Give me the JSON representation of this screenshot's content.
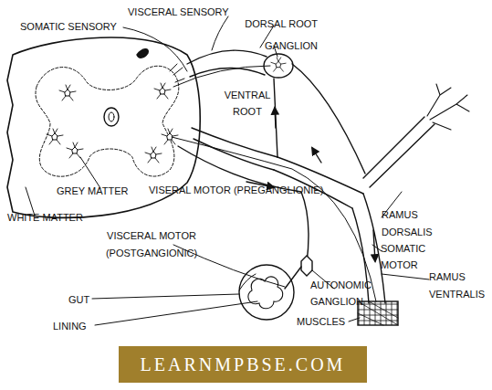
{
  "diagram": {
    "nodes": [
      {
        "text": [
          "LEARNMPBSE.COM"
        ]
      }
    ],
    "labels": [
      "VISCERAL SENSORY",
      "SOMATIC SENSORY",
      "DORSAL ROOT GANGLION",
      "VENTRAL ROOT",
      "RAMUS DORSALIS",
      "SOMATIC MOTOR",
      "RAMUS VENTRALIS",
      "GREY MATTER",
      "VISERAL MOTOR (PREGANGLIONIE)",
      "WHITE MATTER",
      "VISCERAL MOTOR (POSTGANGIONIC)",
      "GUT",
      "AUTONOMIC GANGLION",
      "LINING",
      "MUSCLES"
    ]
  }
}
